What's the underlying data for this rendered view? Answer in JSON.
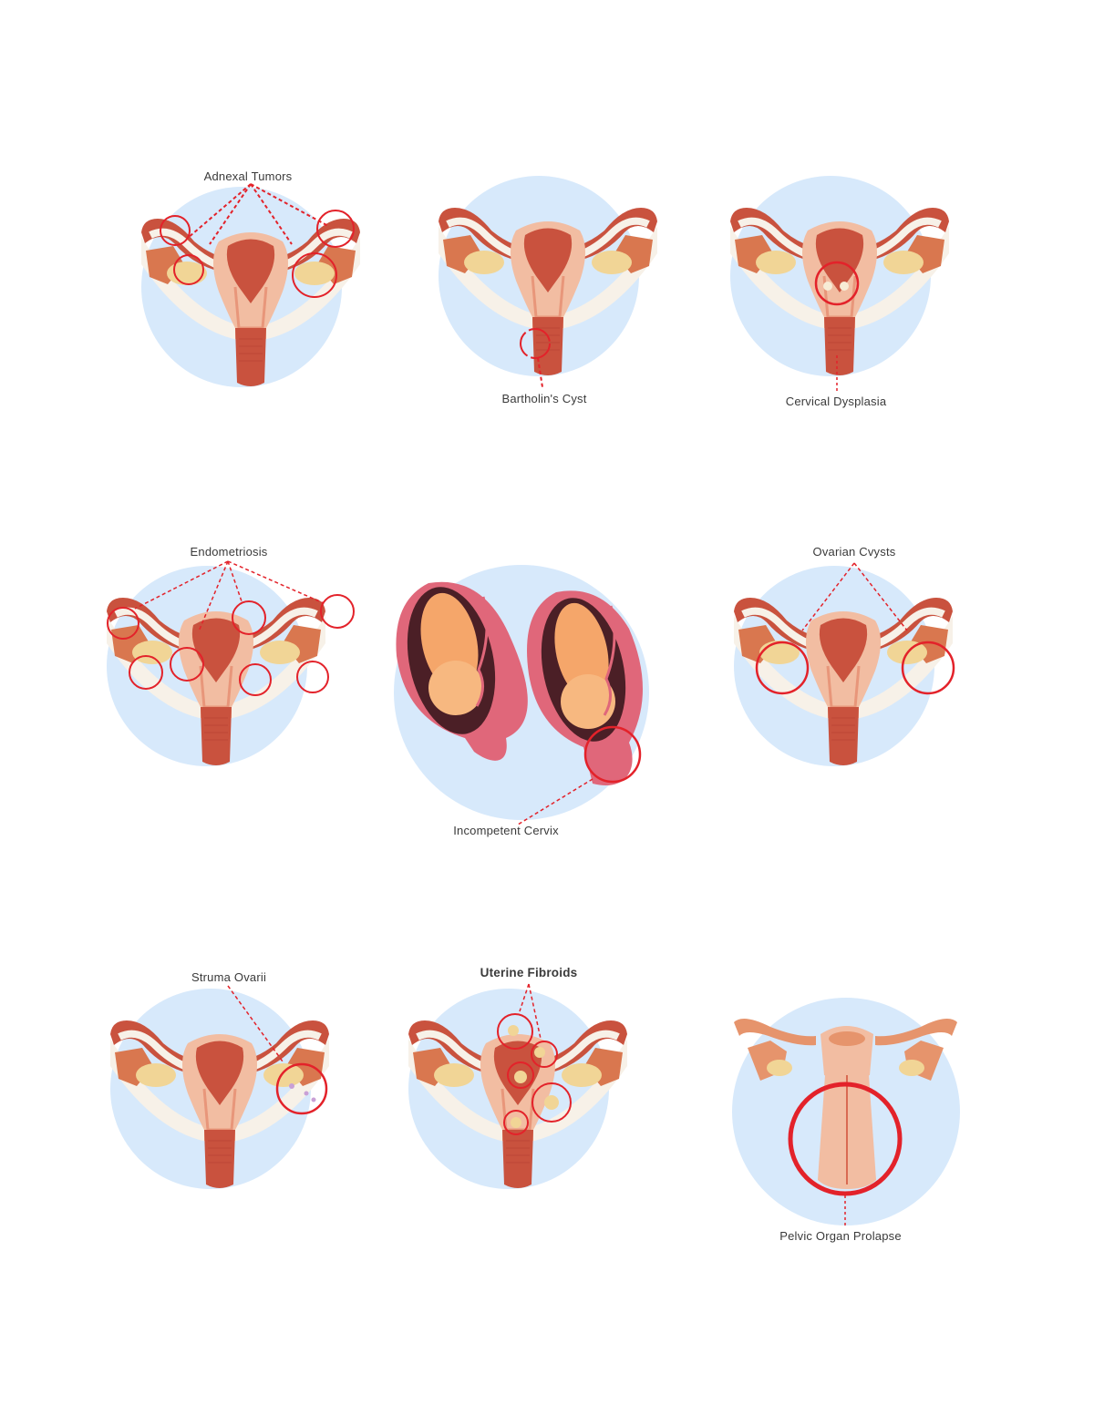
{
  "page": {
    "background": "#ffffff"
  },
  "colors": {
    "circle_bg": "#d7e9fb",
    "highlight_red": "#e3222a",
    "uterus_dark": "#c9523e",
    "uterus_mid": "#e8967a",
    "uterus_light": "#f2bda2",
    "ovary_yellow": "#f1d596",
    "tube_fringe": "#d9774f",
    "ligament_cream": "#f7f1e8",
    "amniotic_pink": "#e0677a",
    "fetus_orange": "#f5a66a",
    "label_text": "#3a3a3a"
  },
  "panels": [
    {
      "id": "adnexal-tumors",
      "label": "Adnexal Tumors",
      "label_position": "top"
    },
    {
      "id": "bartholins-cyst",
      "label": "Bartholin's Cyst",
      "label_position": "bottom"
    },
    {
      "id": "cervical-dysplasia",
      "label": "Cervical Dysplasia",
      "label_position": "bottom"
    },
    {
      "id": "endometriosis",
      "label": "Endometriosis",
      "label_position": "top"
    },
    {
      "id": "incompetent-cervix",
      "label": "Incompetent Cervix",
      "label_position": "bottom"
    },
    {
      "id": "ovarian-cysts",
      "label": "Ovarian Cvysts",
      "label_position": "top"
    },
    {
      "id": "struma-ovarii",
      "label": "Struma Ovarii",
      "label_position": "top"
    },
    {
      "id": "uterine-fibroids",
      "label": "Uterine Fibroids",
      "label_position": "top"
    },
    {
      "id": "pelvic-organ-prolapse",
      "label": "Pelvic Organ Prolapse",
      "label_position": "bottom"
    }
  ]
}
